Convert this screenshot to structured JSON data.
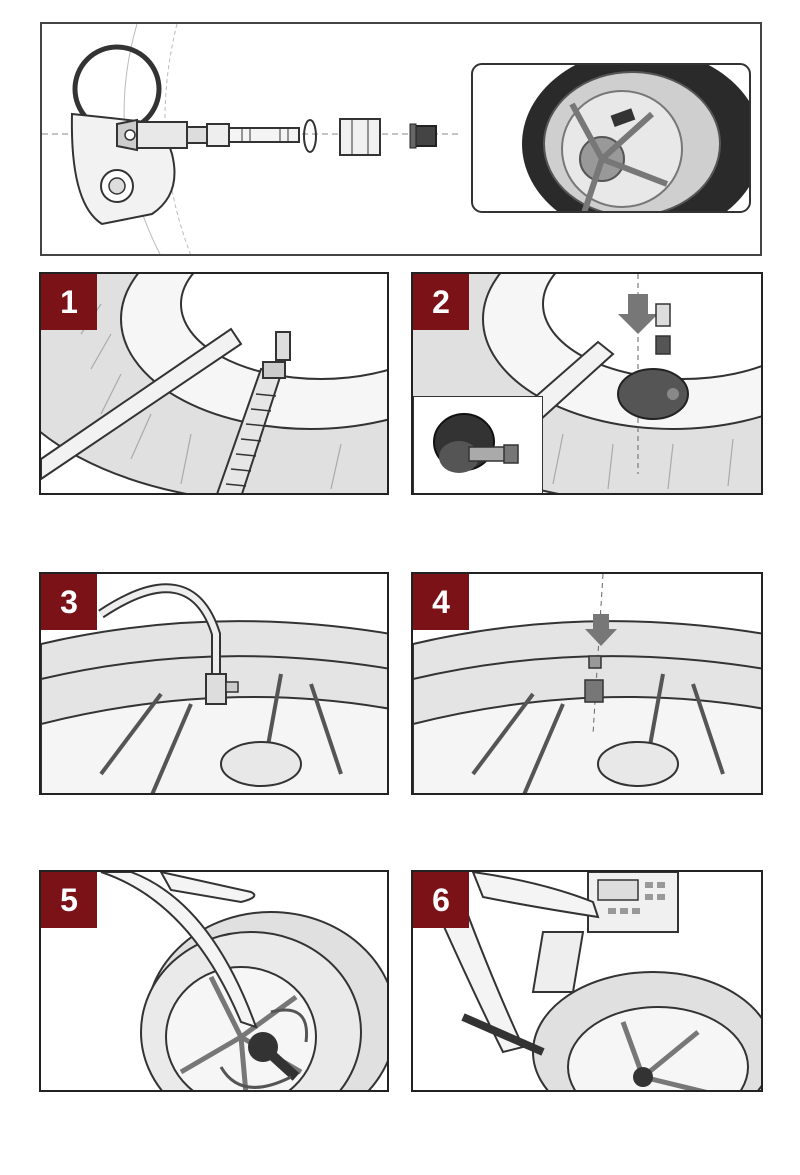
{
  "steps": [
    {
      "number": "1"
    },
    {
      "number": "2"
    },
    {
      "number": "3"
    },
    {
      "number": "4"
    },
    {
      "number": "5"
    },
    {
      "number": "6"
    }
  ],
  "colors": {
    "badge": "#7a1218",
    "line": "#222222",
    "tire": "#d9d9d9",
    "rim": "#eeeeee",
    "sensor": "#555555"
  },
  "icons": {
    "overview": "tpms-sensor-exploded-view",
    "install": "valve-stem-insertion",
    "hose": "air-hose",
    "cap": "valve-cap",
    "hand": "hand",
    "wrench": "wrench",
    "tester": "tpms-programming-tool"
  }
}
